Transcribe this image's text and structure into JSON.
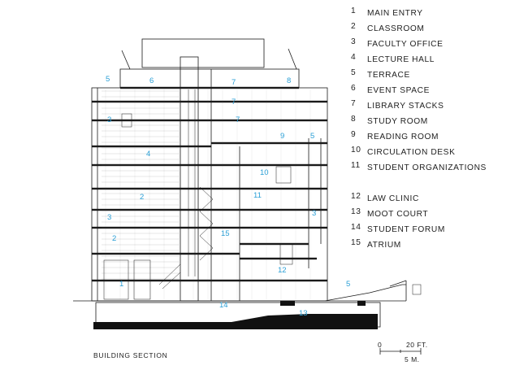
{
  "legend": [
    {
      "num": "1",
      "label": "MAIN ENTRY"
    },
    {
      "num": "2",
      "label": "CLASSROOM"
    },
    {
      "num": "3",
      "label": "FACULTY OFFICE"
    },
    {
      "num": "4",
      "label": "LECTURE HALL"
    },
    {
      "num": "5",
      "label": "TERRACE"
    },
    {
      "num": "6",
      "label": "EVENT SPACE"
    },
    {
      "num": "7",
      "label": "LIBRARY STACKS"
    },
    {
      "num": "8",
      "label": "STUDY ROOM"
    },
    {
      "num": "9",
      "label": "READING ROOM"
    },
    {
      "num": "10",
      "label": "CIRCULATION DESK"
    },
    {
      "num": "11",
      "label": "STUDENT ORGANIZATIONS"
    },
    {
      "num": "12",
      "label": "LAW CLINIC"
    },
    {
      "num": "13",
      "label": "MOOT COURT"
    },
    {
      "num": "14",
      "label": "STUDENT FORUM"
    },
    {
      "num": "15",
      "label": "ATRIUM"
    }
  ],
  "section_labels": [
    "5",
    "6",
    "7",
    "8",
    "7",
    "3",
    "7",
    "9",
    "5",
    "4",
    "10",
    "2",
    "11",
    "3",
    "3",
    "15",
    "2",
    "12",
    "1",
    "5",
    "14",
    "13"
  ],
  "caption": "BUILDING SECTION",
  "scale": {
    "zero": "0",
    "feet": "20 FT.",
    "meters": "5 M."
  },
  "colors": {
    "label_blue": "#2a9fd6",
    "line": "#1a1a1a",
    "ground": "#111111"
  }
}
